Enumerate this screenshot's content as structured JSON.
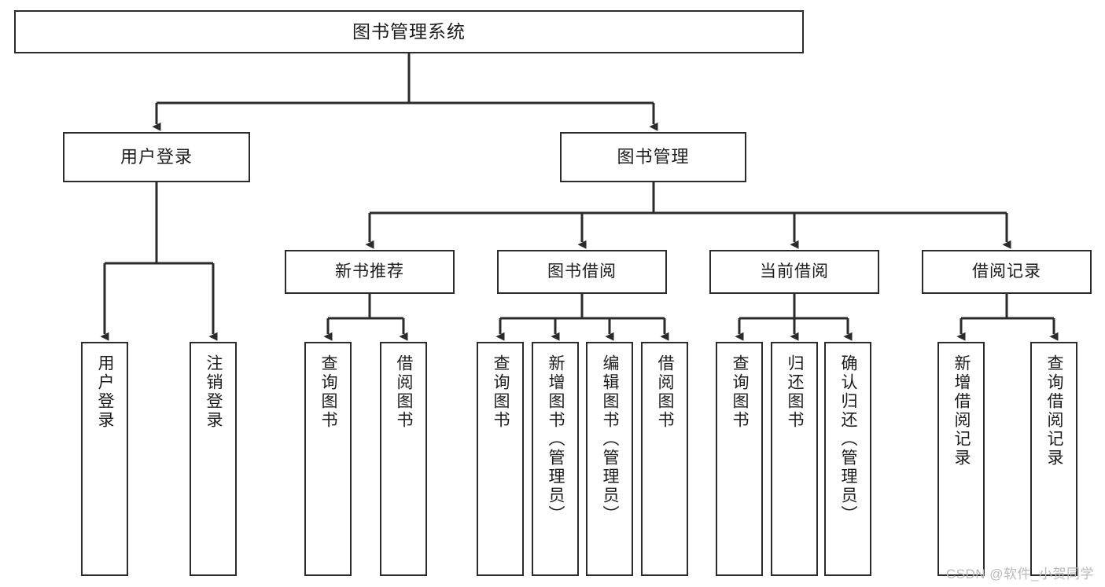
{
  "diagram": {
    "title": "图书管理系统",
    "watermark": "CSDN @软件_小贺同学",
    "colors": {
      "node_border": "#2b2b2b",
      "node_fill": "#ffffff",
      "connector": "#2b2b2b",
      "text": "#1c1c1c",
      "watermark": "#b9b9b9",
      "background": "#ffffff"
    },
    "root": {
      "label": "图书管理系统"
    },
    "level1": [
      {
        "label": "用户登录"
      },
      {
        "label": "图书管理"
      }
    ],
    "level2": [
      {
        "label": "新书推荐"
      },
      {
        "label": "图书借阅"
      },
      {
        "label": "当前借阅"
      },
      {
        "label": "借阅记录"
      }
    ],
    "leaves": {
      "user_login": [
        {
          "label": "用户登录"
        },
        {
          "label": "注销登录"
        }
      ],
      "new_book_recommend": [
        {
          "label": "查询图书"
        },
        {
          "label": "借阅图书"
        }
      ],
      "book_borrow": [
        {
          "label": "查询图书"
        },
        {
          "label": "新增图书（管理员）"
        },
        {
          "label": "编辑图书（管理员）"
        },
        {
          "label": "借阅图书"
        }
      ],
      "current_borrow": [
        {
          "label": "查询图书"
        },
        {
          "label": "归还图书"
        },
        {
          "label": "确认归还（管理员）"
        }
      ],
      "borrow_record": [
        {
          "label": "新增借阅记录"
        },
        {
          "label": "查询借阅记录"
        }
      ]
    }
  }
}
